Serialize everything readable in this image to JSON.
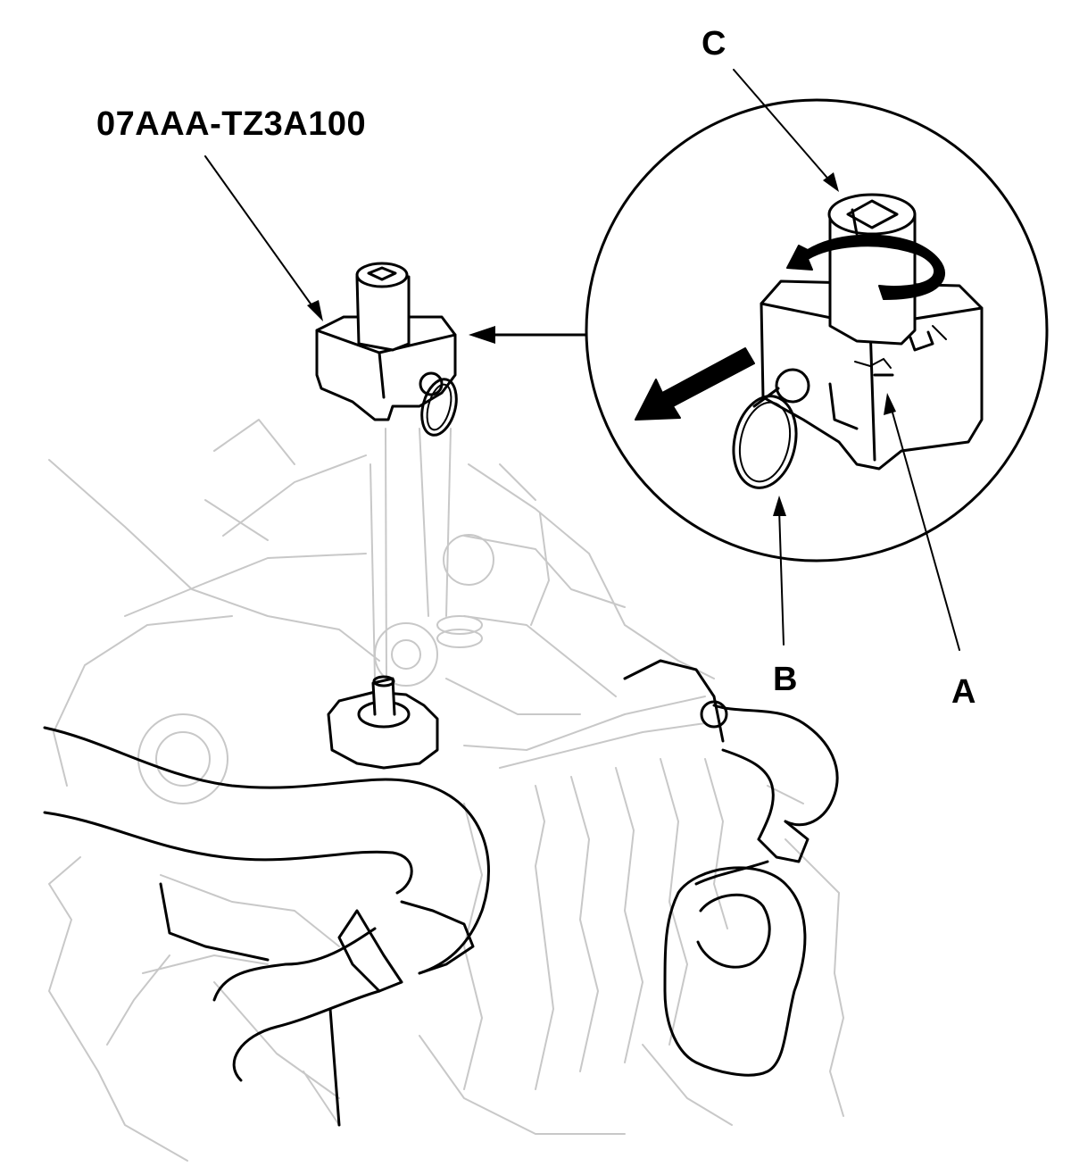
{
  "callouts": {
    "tool_part_number": "07AAA-TZ3A100",
    "label_a": "A",
    "label_b": "B",
    "label_c": "C"
  },
  "colors": {
    "line": "#000000",
    "background_line": "#c8c8c8",
    "background": "#ffffff"
  }
}
